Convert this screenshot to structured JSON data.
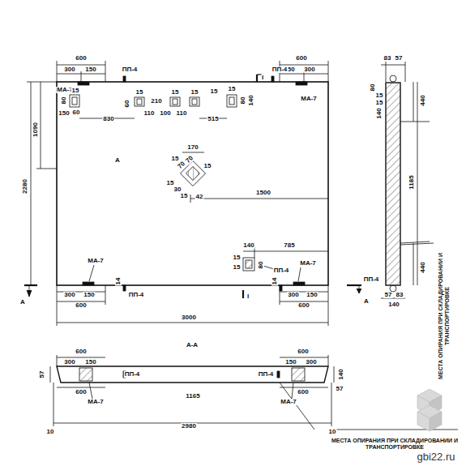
{
  "diagram": {
    "labels": [
      "600",
      "300",
      "150",
      "ПП-4",
      "МА-7",
      "600",
      "150",
      "300",
      "ПП-4",
      "МА-7",
      "I",
      "15",
      "80",
      "150",
      "60",
      "830",
      "15",
      "15",
      "15",
      "60",
      "210",
      "110",
      "100",
      "110",
      "15",
      "15",
      "515",
      "80",
      "140",
      "А",
      "170",
      "15",
      "70",
      "70",
      "15",
      "15",
      "30",
      "15",
      "42",
      "1500",
      "140",
      "785",
      "15",
      "15",
      "80",
      "ПП-4",
      "МА-7",
      "МА-7",
      "14",
      "14",
      "300",
      "150",
      "ПП-4",
      "600",
      "300",
      "150",
      "600",
      "I",
      "А",
      "А",
      "3000",
      "1090",
      "2280",
      "83",
      "57",
      "80",
      "15",
      "15",
      "140",
      "440",
      "1185",
      "440",
      "ПП-4",
      "57",
      "83",
      "140",
      "МЕСТА ОПИРАНИЯ ПРИ СКЛАДИРОВАНИИ И ТРАНСПОРТИРОВКЕ",
      "А-А",
      "600",
      "300",
      "150",
      "ПП-4",
      "600",
      "150",
      "300",
      "ПП-4",
      "57",
      "140",
      "57",
      "МА-7",
      "600",
      "1165",
      "МА-7",
      "600",
      "10",
      "2980",
      "10",
      "МЕСТА ОПИРАНИЯ ПРИ СКЛАДИРОВАНИИ И ТРАНСПОРТИРОВКЕ",
      "gbi22.ru"
    ]
  }
}
